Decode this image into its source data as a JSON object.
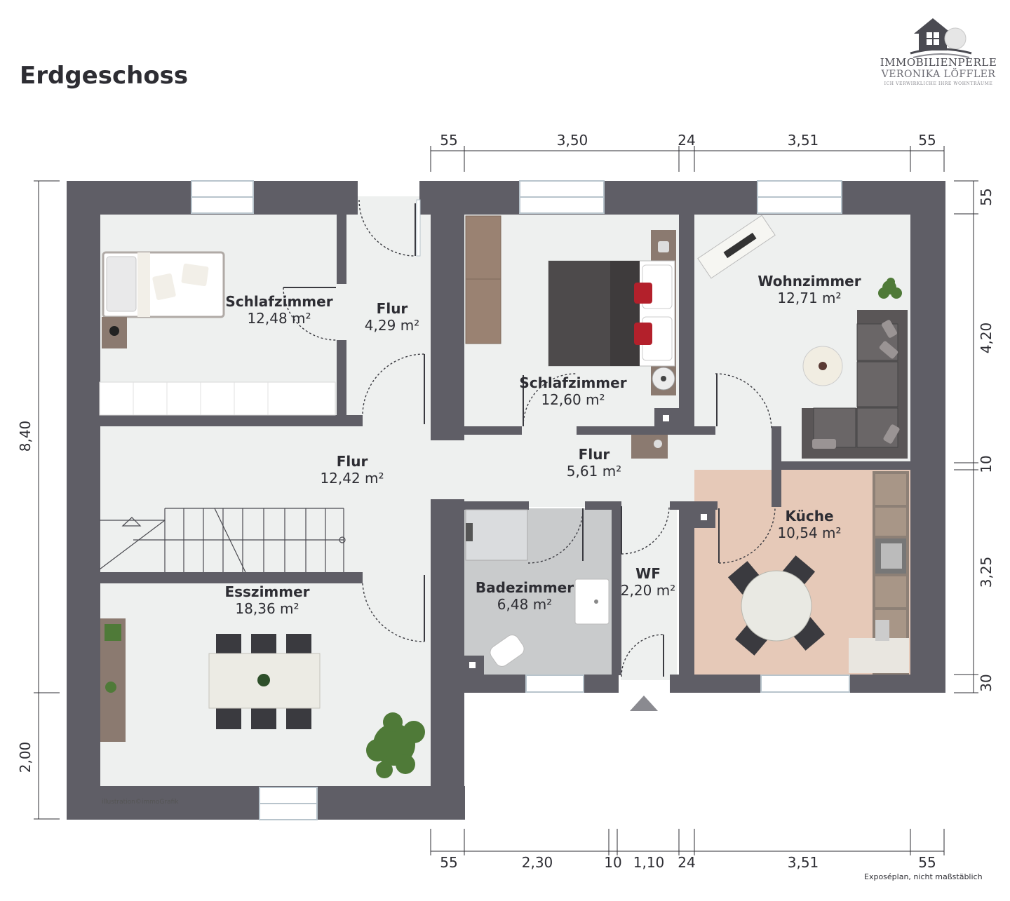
{
  "title": "Erdgeschoss",
  "logo": {
    "line1": "IMMOBILIENPERLE",
    "line2": "VERONIKA LÖFFLER",
    "line3": "ICH VERWIRKLICHE IHRE WOHNTRÄUME",
    "icon": "house-pearl-icon"
  },
  "rooms": [
    {
      "name": "Schlafzimmer",
      "area": "12,48 m²"
    },
    {
      "name": "Flur",
      "area": "4,29 m²"
    },
    {
      "name": "Schlafzimmer",
      "area": "12,60 m²"
    },
    {
      "name": "Wohnzimmer",
      "area": "12,71 m²"
    },
    {
      "name": "Flur",
      "area": "12,42 m²"
    },
    {
      "name": "Flur",
      "area": "5,61 m²"
    },
    {
      "name": "Küche",
      "area": "10,54 m²"
    },
    {
      "name": "Esszimmer",
      "area": "18,36 m²"
    },
    {
      "name": "Badezimmer",
      "area": "6,48 m²"
    },
    {
      "name": "WF",
      "area": "2,20 m²"
    }
  ],
  "dimensions": {
    "top": [
      "55",
      "3,50",
      "24",
      "3,51",
      "55"
    ],
    "bottom": [
      "55",
      "2,30",
      "10",
      "1,10",
      "24",
      "3,51",
      "55"
    ],
    "left": [
      "8,40",
      "2,00"
    ],
    "right": [
      "55",
      "4,20",
      "10",
      "3,25",
      "30"
    ]
  },
  "credit": "illustration©immoGrafik",
  "note": "Exposéplan, nicht maßstäblich",
  "colors": {
    "wall": "#5f5e66",
    "floor": "#eef0ef",
    "kitchen_floor": "#e6c9b8",
    "bath_floor": "#c9cbcc",
    "text": "#2d2d33"
  }
}
